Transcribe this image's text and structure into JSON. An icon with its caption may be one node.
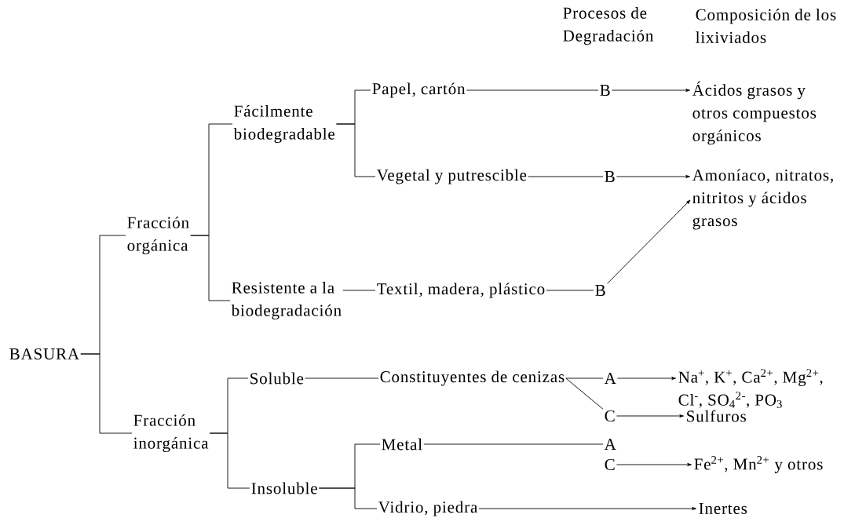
{
  "diagram": {
    "nodes": [
      {
        "text": [
          "BASURA"
        ]
      },
      {
        "text": [
          "Fracción orgánica"
        ]
      },
      {
        "text": [
          "Fácilmente biodegradable"
        ]
      },
      {
        "text": [
          "Papel, cartón"
        ]
      },
      {
        "text": [
          "B"
        ]
      },
      {
        "text": [
          "Ácidos grasos y otros compuestos orgánicos"
        ]
      },
      {
        "text": [
          "Vegetal y putrescible"
        ]
      },
      {
        "text": [
          "B"
        ]
      },
      {
        "text": [
          "Amoníaco, nitratos, nitritos y ácidos grasos"
        ]
      },
      {
        "text": [
          "Resistente a la biodegradación"
        ]
      },
      {
        "text": [
          "Textil, madera, plástico"
        ]
      },
      {
        "text": [
          "B"
        ]
      },
      {
        "text": [
          "Fracción inorgánica"
        ]
      },
      {
        "text": [
          "Soluble"
        ]
      },
      {
        "text": [
          "Constituyentes de cenizas"
        ]
      },
      {
        "text": [
          "A"
        ]
      },
      {
        "text": [
          "Na$^{+}$, K$^{+}$, Ca$^{2+}$, Mg$^{2+}$, Cl$^{-}$, SO$_{4}$$^{2-}$, PO$_{3}$"
        ]
      },
      {
        "text": [
          "C"
        ]
      },
      {
        "text": [
          "Sulfuros"
        ]
      },
      {
        "text": [
          "Insoluble"
        ]
      },
      {
        "text": [
          "Metal"
        ]
      },
      {
        "text": [
          "A"
        ]
      },
      {
        "text": [
          "C"
        ]
      },
      {
        "text": [
          "Fe$^{2+}$, Mn$^{2+}$ y otros"
        ]
      },
      {
        "text": [
          "Vidrio, piedra"
        ]
      },
      {
        "text": [
          "Inertes"
        ]
      }
    ],
    "edges": [
      {
        "from": 0,
        "to": 1,
        "arrow": "none"
      },
      {
        "from": 0,
        "to": 12,
        "arrow": "none"
      },
      {
        "from": 1,
        "to": 2,
        "arrow": "none"
      },
      {
        "from": 1,
        "to": 9,
        "arrow": "none"
      },
      {
        "from": 2,
        "to": 3,
        "arrow": "none"
      },
      {
        "from": 2,
        "to": 6,
        "arrow": "none"
      },
      {
        "from": 3,
        "to": 4,
        "arrow": "none"
      },
      {
        "from": 4,
        "to": 5,
        "arrow": "to"
      },
      {
        "from": 6,
        "to": 7,
        "arrow": "none"
      },
      {
        "from": 7,
        "to": 8,
        "arrow": "to"
      },
      {
        "from": 9,
        "to": 10,
        "arrow": "none"
      },
      {
        "from": 10,
        "to": 11,
        "arrow": "none"
      },
      {
        "from": 11,
        "to": 8,
        "arrow": "to"
      },
      {
        "from": 12,
        "to": 13,
        "arrow": "none"
      },
      {
        "from": 12,
        "to": 19,
        "arrow": "none"
      },
      {
        "from": 13,
        "to": 14,
        "arrow": "none"
      },
      {
        "from": 14,
        "to": 15,
        "arrow": "none"
      },
      {
        "from": 14,
        "to": 17,
        "arrow": "none"
      },
      {
        "from": 15,
        "to": 16,
        "arrow": "to"
      },
      {
        "from": 17,
        "to": 18,
        "arrow": "to"
      },
      {
        "from": 19,
        "to": 20,
        "arrow": "none"
      },
      {
        "from": 19,
        "to": 24,
        "arrow": "none"
      },
      {
        "from": 20,
        "to": 21,
        "arrow": "none"
      },
      {
        "from": 22,
        "to": 23,
        "arrow": "to"
      },
      {
        "from": 24,
        "to": 25,
        "arrow": "to"
      }
    ],
    "labels": [
      "Procesos de Degradación",
      "Composición de los lixiviados"
    ]
  }
}
